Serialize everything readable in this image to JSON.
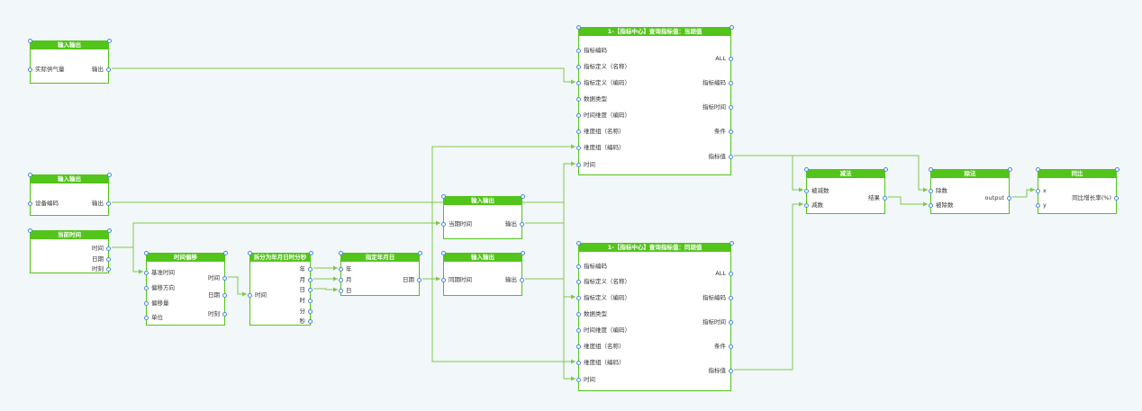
{
  "colors": {
    "accent": "#52c41a",
    "wire": "#7ec84a",
    "port": "#4a89dc",
    "canvas_bg": "#f2f7f9"
  },
  "nodes": [
    {
      "id": "io1",
      "title": "输入输出",
      "inputs": [
        "实际供气量"
      ],
      "outputs": [
        "输出"
      ]
    },
    {
      "id": "io2",
      "title": "输入输出",
      "inputs": [
        "设备编码"
      ],
      "outputs": [
        "输出"
      ]
    },
    {
      "id": "now",
      "title": "当前时间",
      "inputs": [],
      "outputs": [
        "时间",
        "日期",
        "时刻"
      ]
    },
    {
      "id": "offset",
      "title": "时间偏移",
      "inputs": [
        "基准时间",
        "偏移方向",
        "偏移量",
        "单位"
      ],
      "outputs": [
        "时间",
        "日期",
        "时刻"
      ]
    },
    {
      "id": "split",
      "title": "拆分为年月日时分秒",
      "inputs": [
        "时间"
      ],
      "outputs": [
        "年",
        "月",
        "日",
        "时",
        "分",
        "秒"
      ]
    },
    {
      "id": "ymd",
      "title": "指定年月日",
      "inputs": [
        "年",
        "月",
        "日"
      ],
      "outputs": [
        "日期"
      ]
    },
    {
      "id": "io3",
      "title": "输入输出",
      "inputs": [
        "当期时间"
      ],
      "outputs": [
        "输出"
      ]
    },
    {
      "id": "io4",
      "title": "输入输出",
      "inputs": [
        "同期时间"
      ],
      "outputs": [
        "输出"
      ]
    },
    {
      "id": "q1",
      "title": "1-【指标中心】查询指标值：当期值",
      "inputs": [
        "指标编码",
        "指标定义（名称）",
        "指标定义（编码）",
        "数据类型",
        "时间维度（编码）",
        "维度组（名称）",
        "维度组（编码）",
        "时间"
      ],
      "outputs": [
        "ALL",
        "指标编码",
        "指标时间",
        "条件",
        "指标值"
      ]
    },
    {
      "id": "q2",
      "title": "1-【指标中心】查询指标值：同期值",
      "inputs": [
        "指标编码",
        "指标定义（名称）",
        "指标定义（编码）",
        "数据类型",
        "时间维度（编码）",
        "维度组（名称）",
        "维度组（编码）",
        "时间"
      ],
      "outputs": [
        "ALL",
        "指标编码",
        "指标时间",
        "条件",
        "指标值"
      ]
    },
    {
      "id": "sub",
      "title": "减法",
      "inputs": [
        "被减数",
        "减数"
      ],
      "outputs": [
        "结果"
      ]
    },
    {
      "id": "div",
      "title": "除法",
      "inputs": [
        "除数",
        "被除数"
      ],
      "outputs": [
        "output"
      ]
    },
    {
      "id": "pct",
      "title": "同比",
      "inputs": [
        "x",
        "y"
      ],
      "outputs": [
        "同比增长率(%)"
      ]
    }
  ]
}
